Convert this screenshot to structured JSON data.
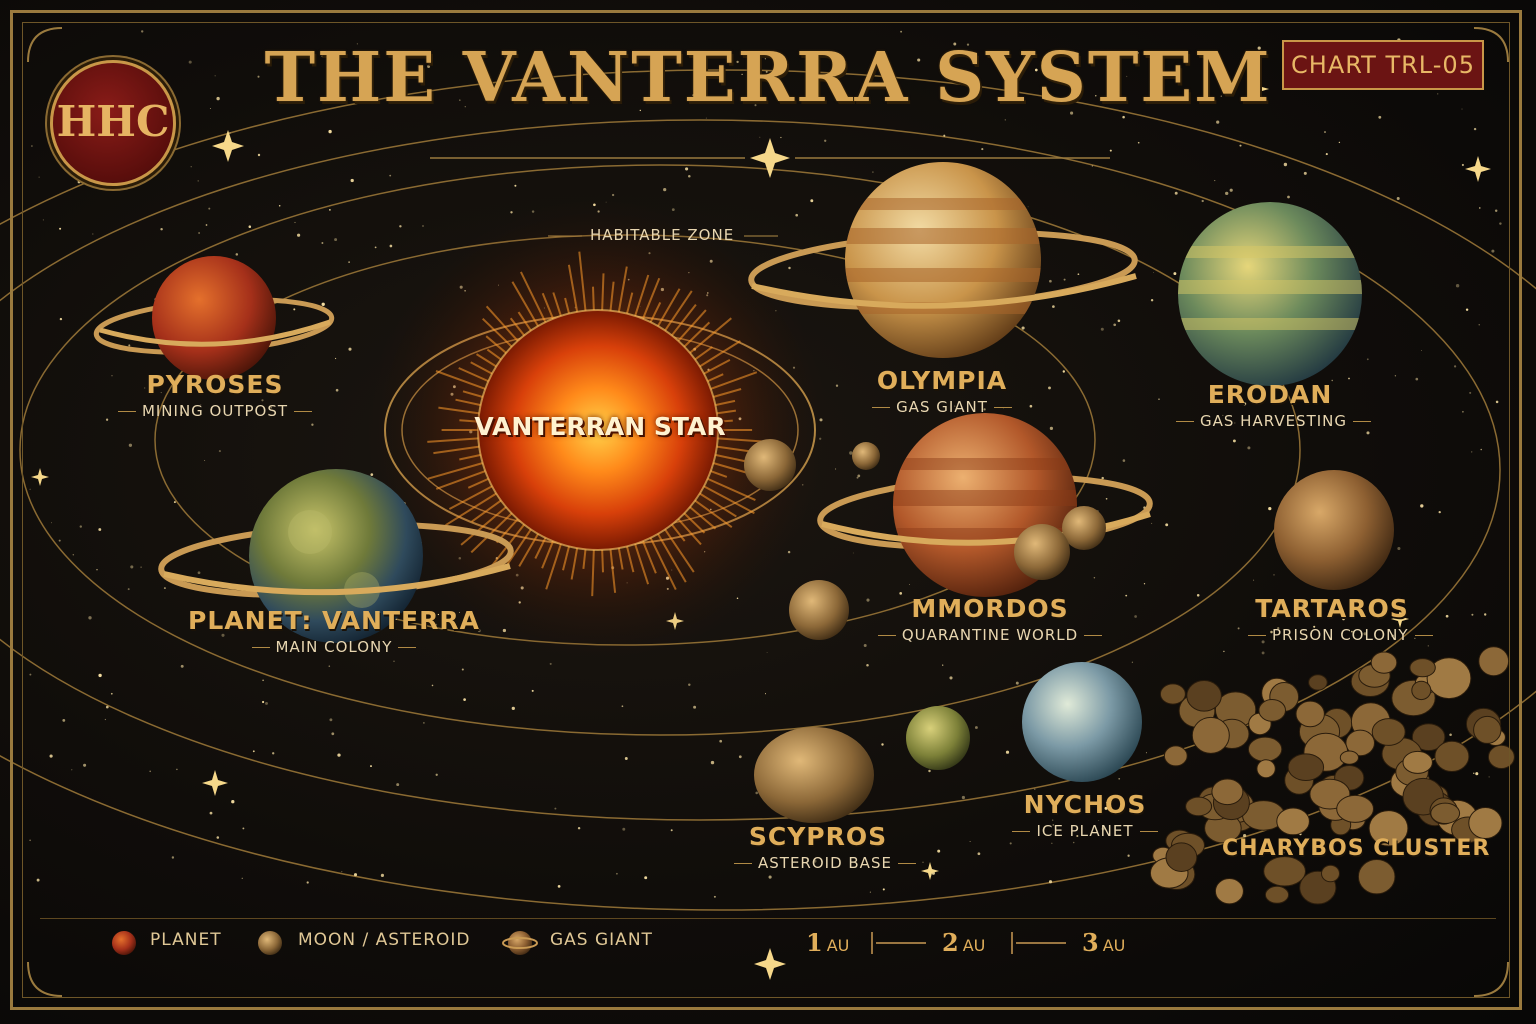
{
  "header": {
    "title": "THE VANTERRA SYSTEM",
    "seal_text": "HHC",
    "chart_code": "CHART TRL-05"
  },
  "zone_label": "HABITABLE ZONE",
  "star": {
    "name": "VANTERRAN STAR"
  },
  "bodies": [
    {
      "name": "PYROSES",
      "subtitle": "MINING OUTPOST"
    },
    {
      "name": "PLANET: VANTERRA",
      "subtitle": "MAIN COLONY"
    },
    {
      "name": "OLYMPIA",
      "subtitle": "GAS GIANT"
    },
    {
      "name": "ERODAN",
      "subtitle": "GAS HARVESTING"
    },
    {
      "name": "MMORDOS",
      "subtitle": "QUARANTINE WORLD"
    },
    {
      "name": "TARTAROS",
      "subtitle": "PRISON COLONY"
    },
    {
      "name": "NYCHOS",
      "subtitle": "ICE PLANET"
    },
    {
      "name": "SCYPROS",
      "subtitle": "ASTEROID BASE"
    },
    {
      "name": "CHARYBOS CLUSTER"
    }
  ],
  "legend": {
    "items": [
      {
        "label": "PLANET",
        "icon": "planet-icon",
        "color": "#b8381c"
      },
      {
        "label": "MOON / ASTEROID",
        "icon": "moon-icon",
        "color": "#b08850"
      },
      {
        "label": "GAS GIANT",
        "icon": "gas-giant-icon",
        "color": "#a0783c"
      }
    ],
    "scale": [
      {
        "value": "1",
        "unit": "AU"
      },
      {
        "value": "2",
        "unit": "AU"
      },
      {
        "value": "3",
        "unit": "AU"
      }
    ]
  },
  "colors": {
    "gold": "#d6a454",
    "seal_red": "#6b1413",
    "background": "#0d0b09"
  }
}
